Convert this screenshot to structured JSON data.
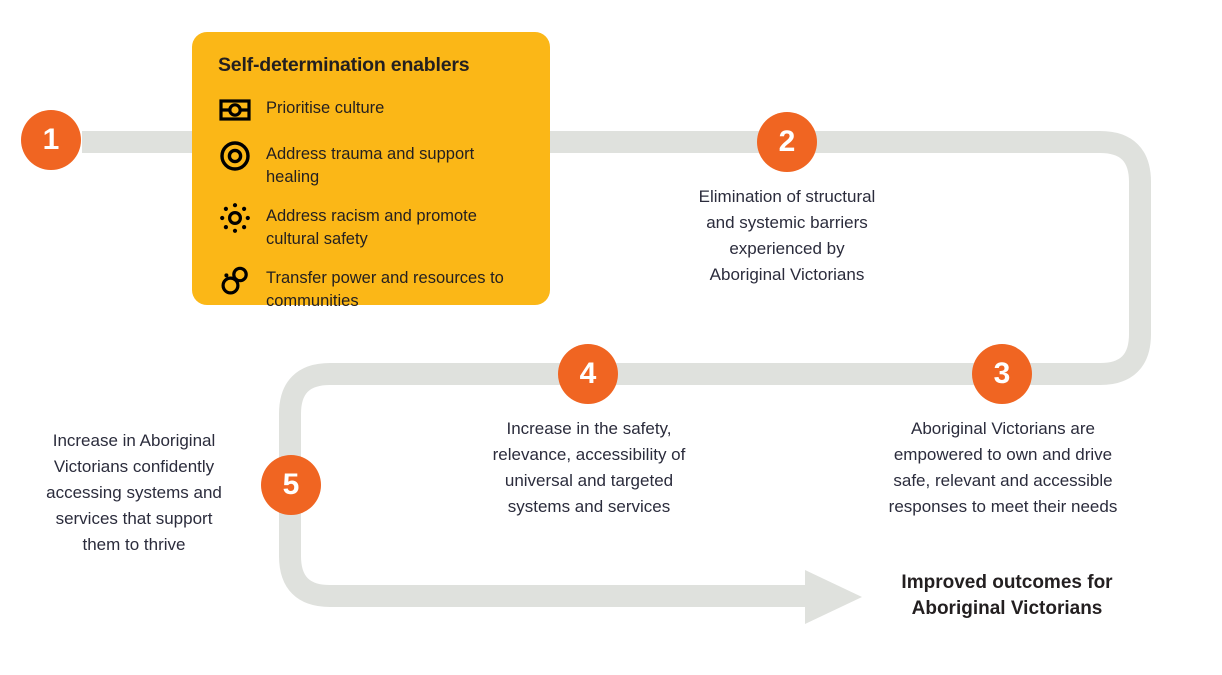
{
  "theme": {
    "background": "#ffffff",
    "card_yellow": "#FBB717",
    "badge_orange": "#F06522",
    "path_grey": "#DFE1DD",
    "text_dark": "#2B2C3C",
    "text_black": "#231f20",
    "badge_label_color": "#ffffff"
  },
  "enablers_card": {
    "title": "Self-determination enablers",
    "items": [
      {
        "icon": "flag-icon",
        "label": "Prioritise culture"
      },
      {
        "icon": "target-rings-icon",
        "label": "Address trauma and\nsupport healing"
      },
      {
        "icon": "sun-radiance-icon",
        "label": "Address racism and\npromote cultural safety"
      },
      {
        "icon": "linked-rings-icon",
        "label": "Transfer power and\nresources to communities"
      }
    ]
  },
  "steps": [
    {
      "number": "1",
      "text": ""
    },
    {
      "number": "2",
      "text": "Elimination of structural\nand systemic barriers\nexperienced by\nAboriginal Victorians"
    },
    {
      "number": "3",
      "text": "Aboriginal Victorians are\nempowered to own and drive\nsafe, relevant and accessible\nresponses to meet their needs"
    },
    {
      "number": "4",
      "text": "Increase in the safety,\nrelevance, accessibility of\nuniversal and targeted\nsystems and services"
    },
    {
      "number": "5",
      "text": "Increase in Aboriginal\nVictorians confidently\naccessing systems and\nservices that support\nthem to thrive"
    }
  ],
  "outcome": {
    "label": "Improved outcomes for\nAboriginal Victorians",
    "arrow_icon": "arrow-right-icon"
  }
}
